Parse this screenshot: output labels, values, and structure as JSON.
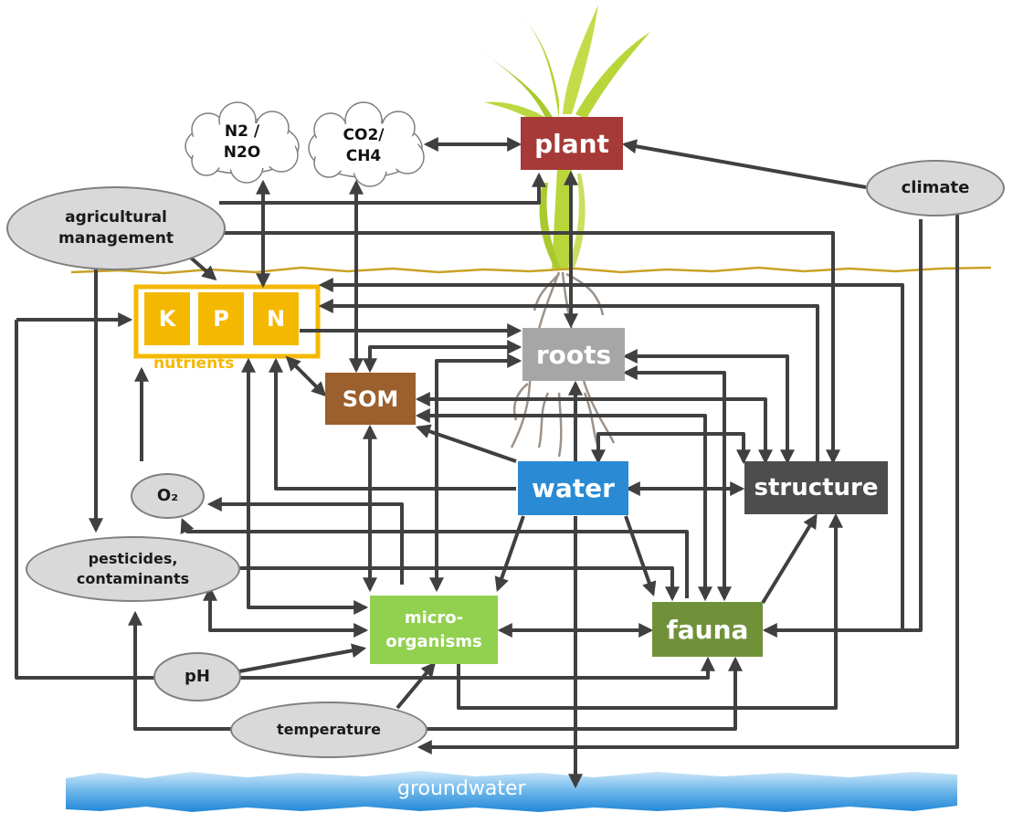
{
  "nodes": {
    "plant": "plant",
    "roots": "roots",
    "som": "SOM",
    "water": "water",
    "structure": "structure",
    "microorganisms": "micro-\norganisms",
    "fauna": "fauna",
    "nutrients_label": "nutrients",
    "nutrient_k": "K",
    "nutrient_p": "P",
    "nutrient_n": "N",
    "groundwater": "groundwater"
  },
  "ovals": {
    "agricultural_management": "agricultural\nmanagement",
    "climate": "climate",
    "o2": "O₂",
    "pesticides": "pesticides,\ncontaminants",
    "ph": "pH",
    "temperature": "temperature"
  },
  "clouds": {
    "n2": "N2 /\nN2O",
    "co2": "CO2/\nCH4"
  },
  "colors": {
    "plant": "#a63a38",
    "roots": "#a6a6a6",
    "som": "#9c5f2e",
    "water": "#2a8ad4",
    "structure": "#4d4d4d",
    "microorganisms": "#92d050",
    "fauna": "#70913a",
    "nutrients": "#f5b800",
    "arrow": "#404040",
    "soil_line": "#c9a227",
    "groundwater": "#5aaee6"
  }
}
